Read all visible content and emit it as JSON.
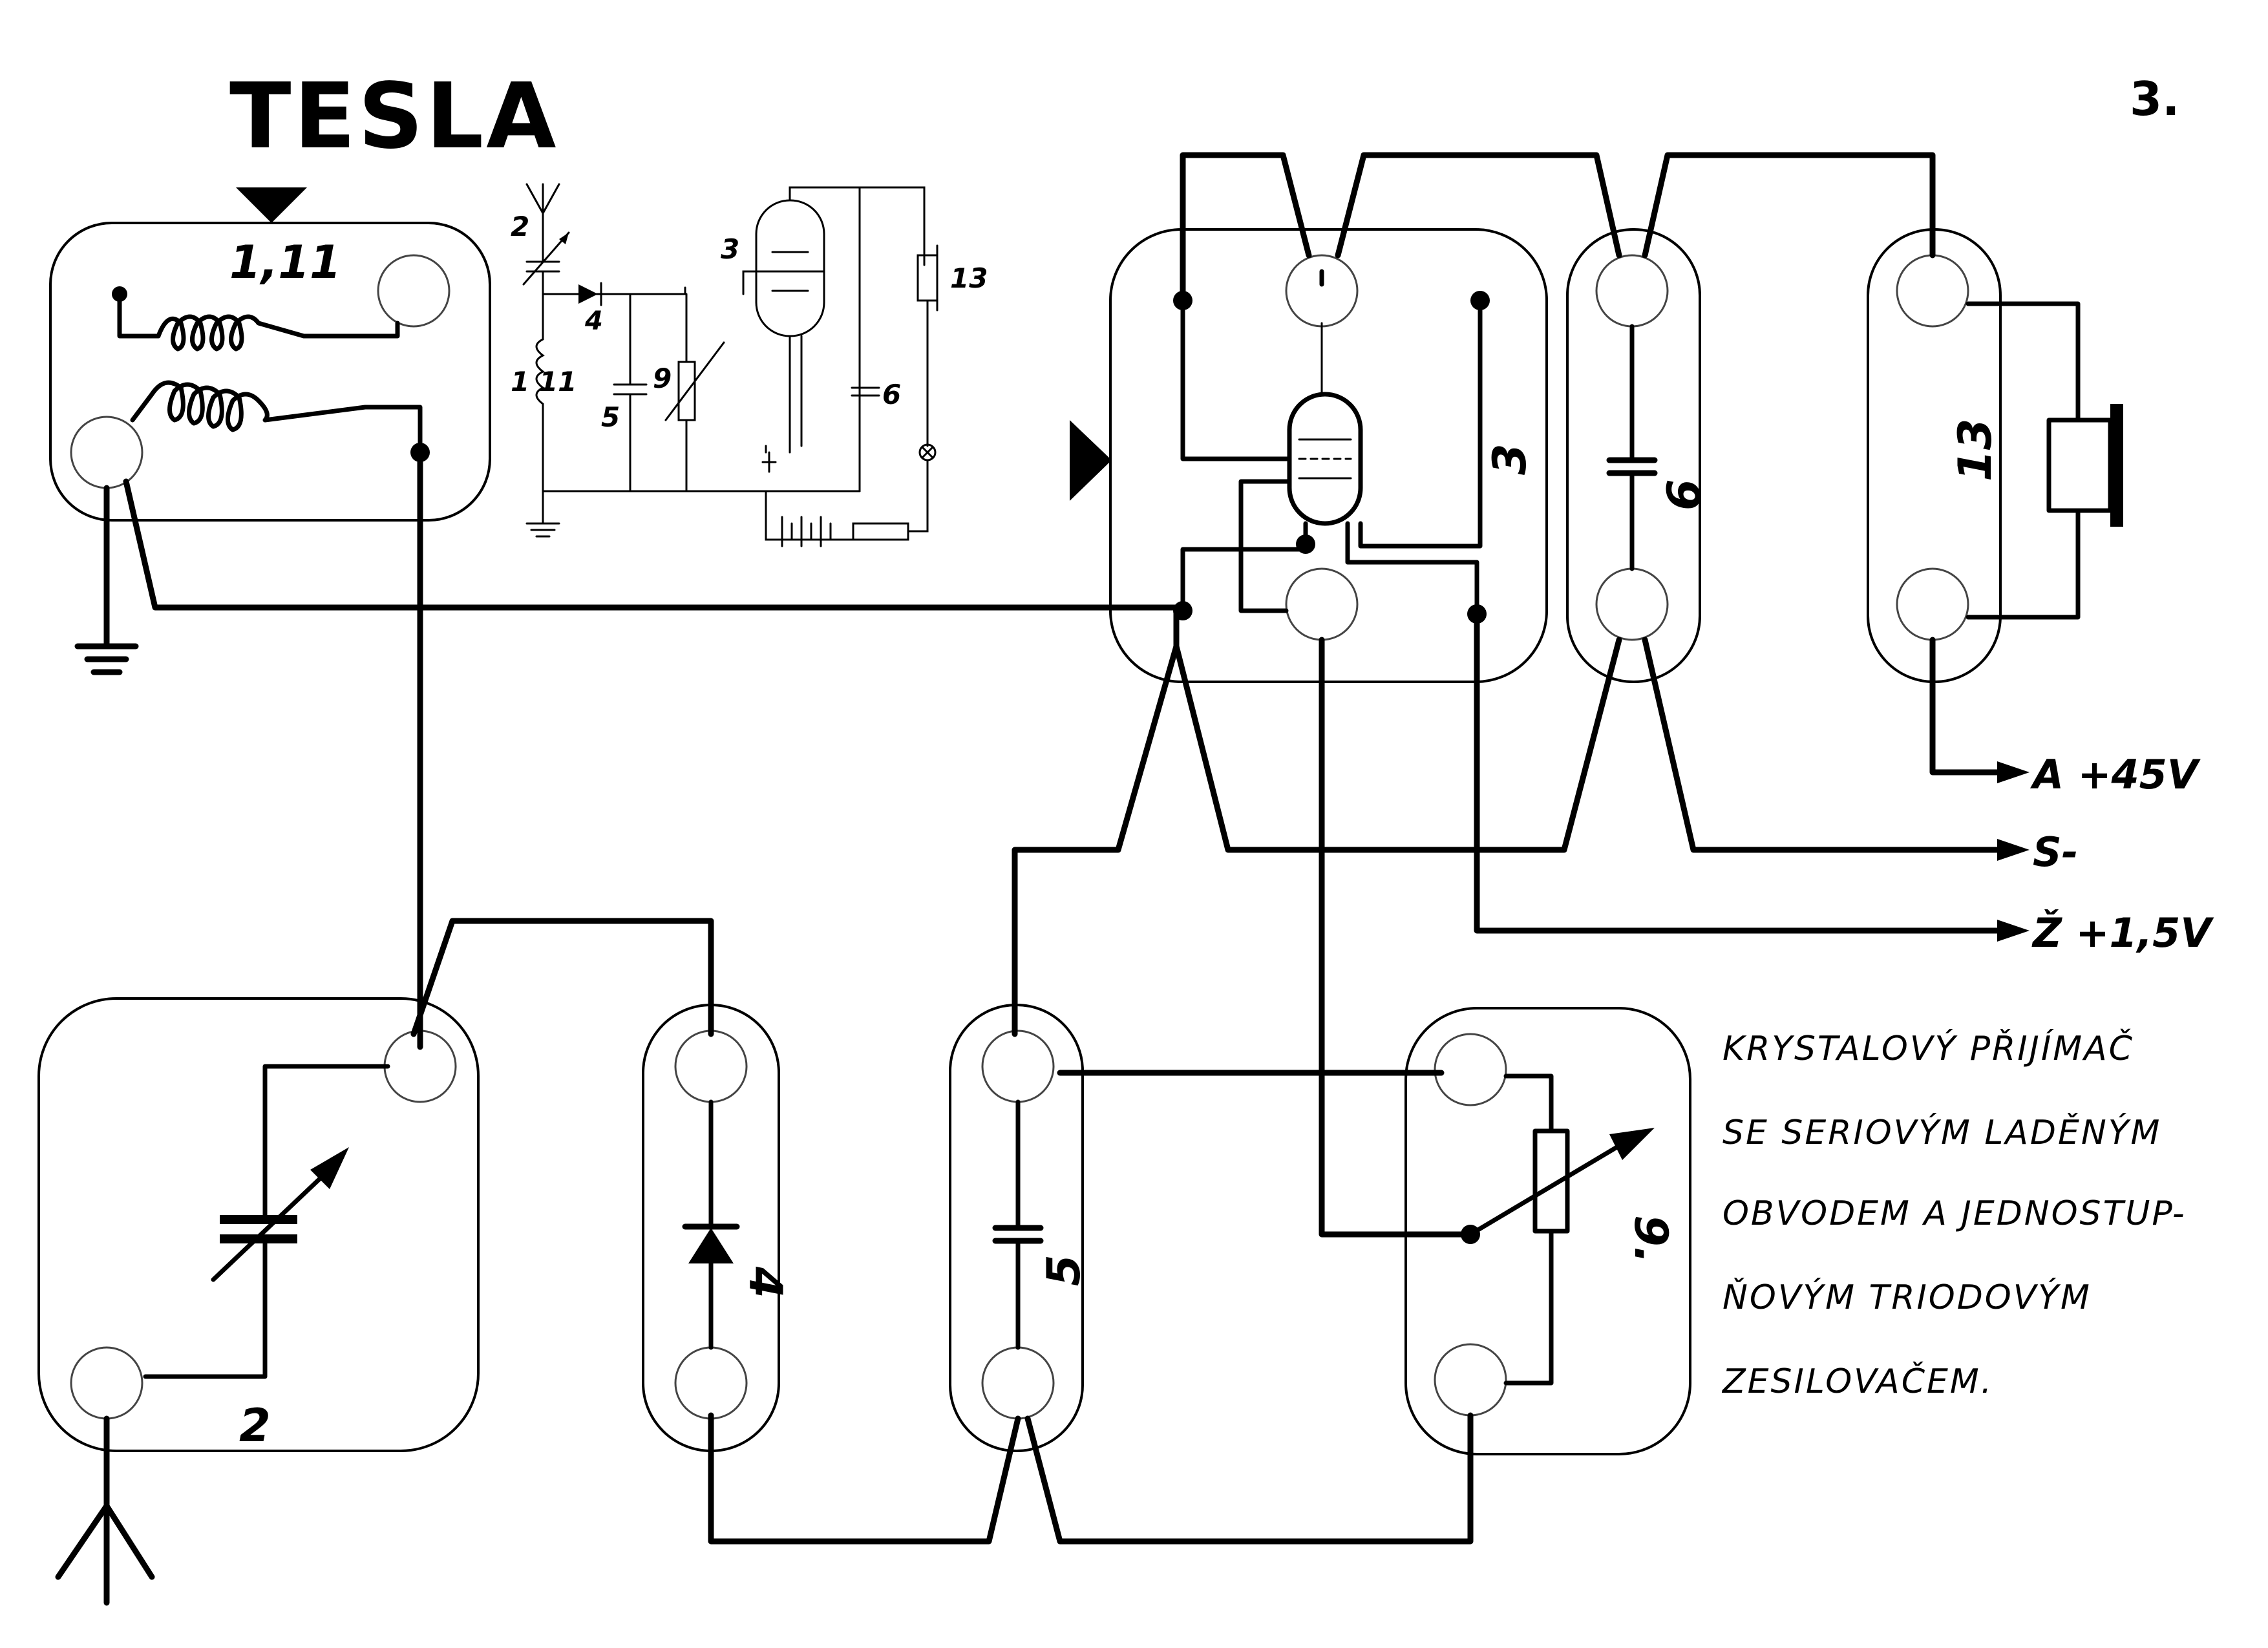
{
  "brand": "TESLA",
  "page_number": "3.",
  "modules": {
    "coil": "1,11",
    "variable_capacitor": "2",
    "tube": "3",
    "detector_diode": "4",
    "capacitor_5": "5",
    "capacitor_6": "6",
    "potentiometer": "9.",
    "headphones": "13"
  },
  "schematic_labels": {
    "c2": "2",
    "tube3": "3",
    "diode4": "4",
    "coil11": "1 11",
    "cap5": "5",
    "pot9": "9",
    "cap6": "6",
    "phones13": "13"
  },
  "terminals": {
    "anode": "A +45V",
    "negative": "S-",
    "heater": "Ž +1,5V"
  },
  "description": [
    "KRYSTALOVÝ  PŘIJÍMAČ",
    "SE SERIOVÝM LADĚNÝM",
    "OBVODEM A JEDNOSTUP-",
    "ŇOVÝM  TRIODOVÝM",
    "ZESILOVAČEM."
  ]
}
